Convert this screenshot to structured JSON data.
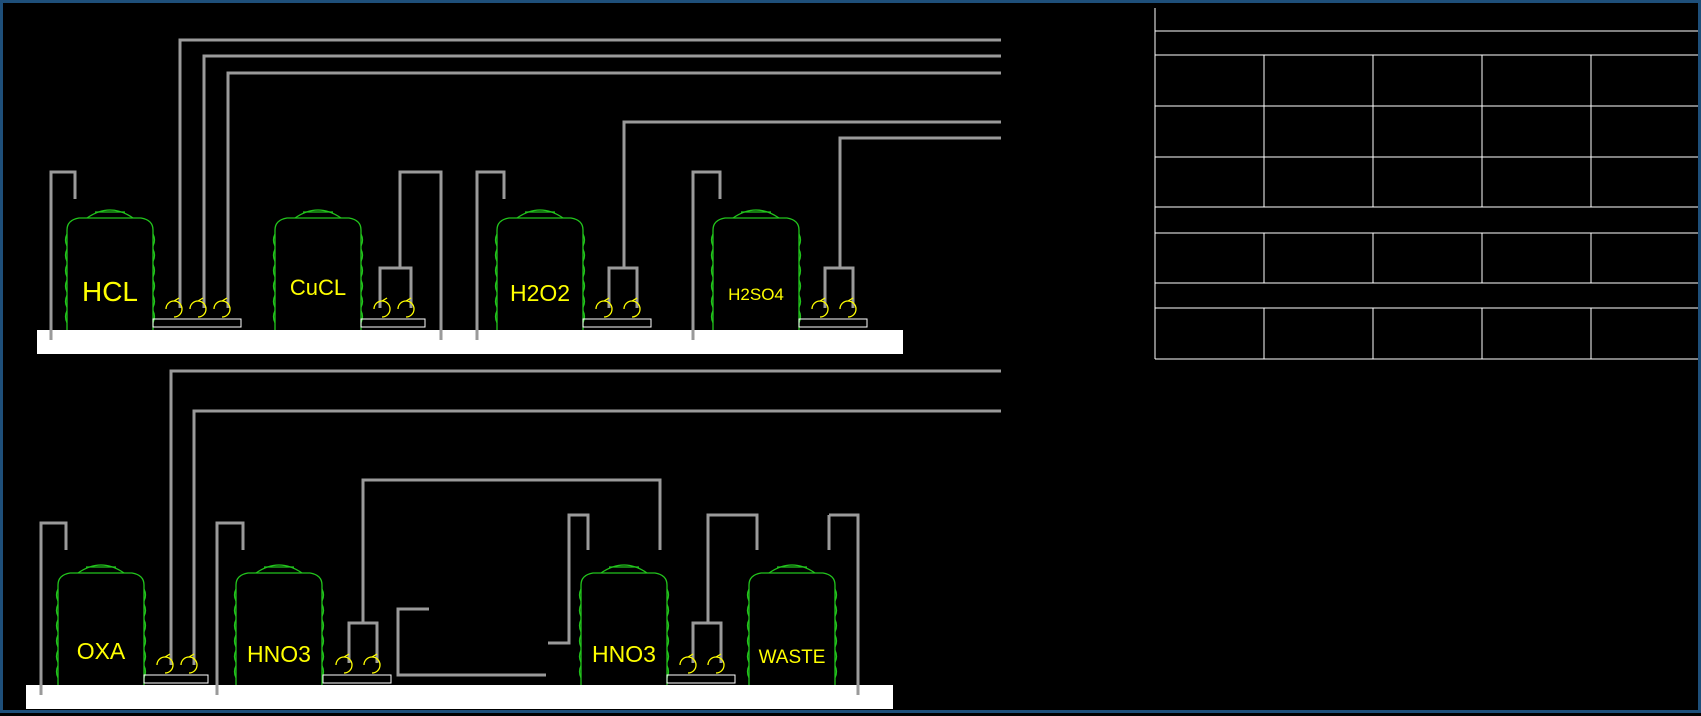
{
  "diagram": {
    "colors": {
      "background": "#000000",
      "frame": "#1e4f7a",
      "pipe": "#9a9a9a",
      "tank_outline": "#22c41c",
      "label": "#ffff00",
      "pump": "#ffff00",
      "platform": "#ffffff",
      "table_lines": "#ffffff"
    },
    "top_row_tanks": [
      {
        "label": "HCL",
        "pumps": 3
      },
      {
        "label": "CuCL",
        "pumps": 2
      },
      {
        "label": "H2O2",
        "pumps": 2
      },
      {
        "label": "H2SO4",
        "pumps": 2
      }
    ],
    "bottom_row_tanks": [
      {
        "label": "OXA",
        "pumps": 2
      },
      {
        "label": "HNO3",
        "pumps": 2
      },
      {
        "label": "HNO3",
        "pumps": 2
      },
      {
        "label": "WASTE",
        "pumps": 0
      }
    ],
    "title_block": {
      "columns": 5,
      "rows": 9,
      "cells": "empty"
    }
  }
}
